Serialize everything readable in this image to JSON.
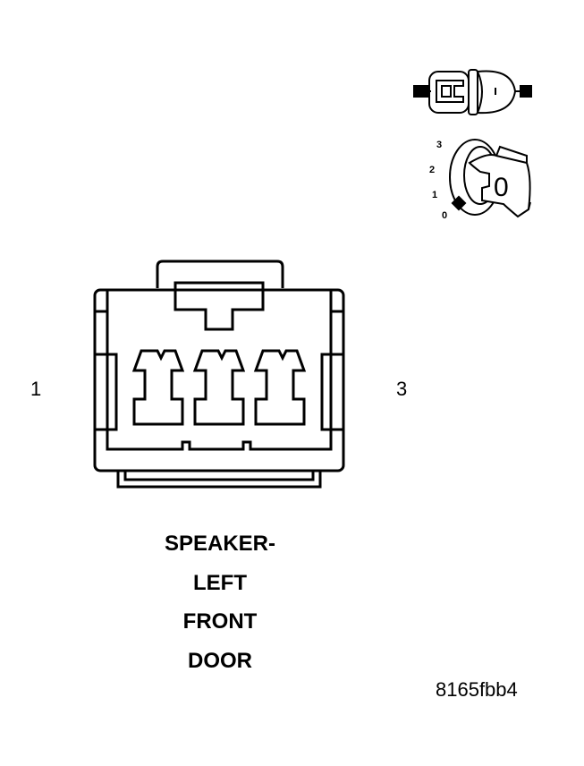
{
  "diagram": {
    "pin_labels": {
      "left": "1",
      "right": "3"
    },
    "title_lines": [
      "SPEAKER-",
      "LEFT",
      "FRONT",
      "DOOR"
    ],
    "figure_id": "8165fbb4",
    "key_switch": {
      "positions": [
        "3",
        "2",
        "1",
        "0"
      ],
      "key_glyph": "0"
    },
    "icons": [
      "connector-plug-icon",
      "ignition-key-icon",
      "connector-face-icon"
    ],
    "stroke_color": "#000000",
    "background_color": "#ffffff"
  }
}
